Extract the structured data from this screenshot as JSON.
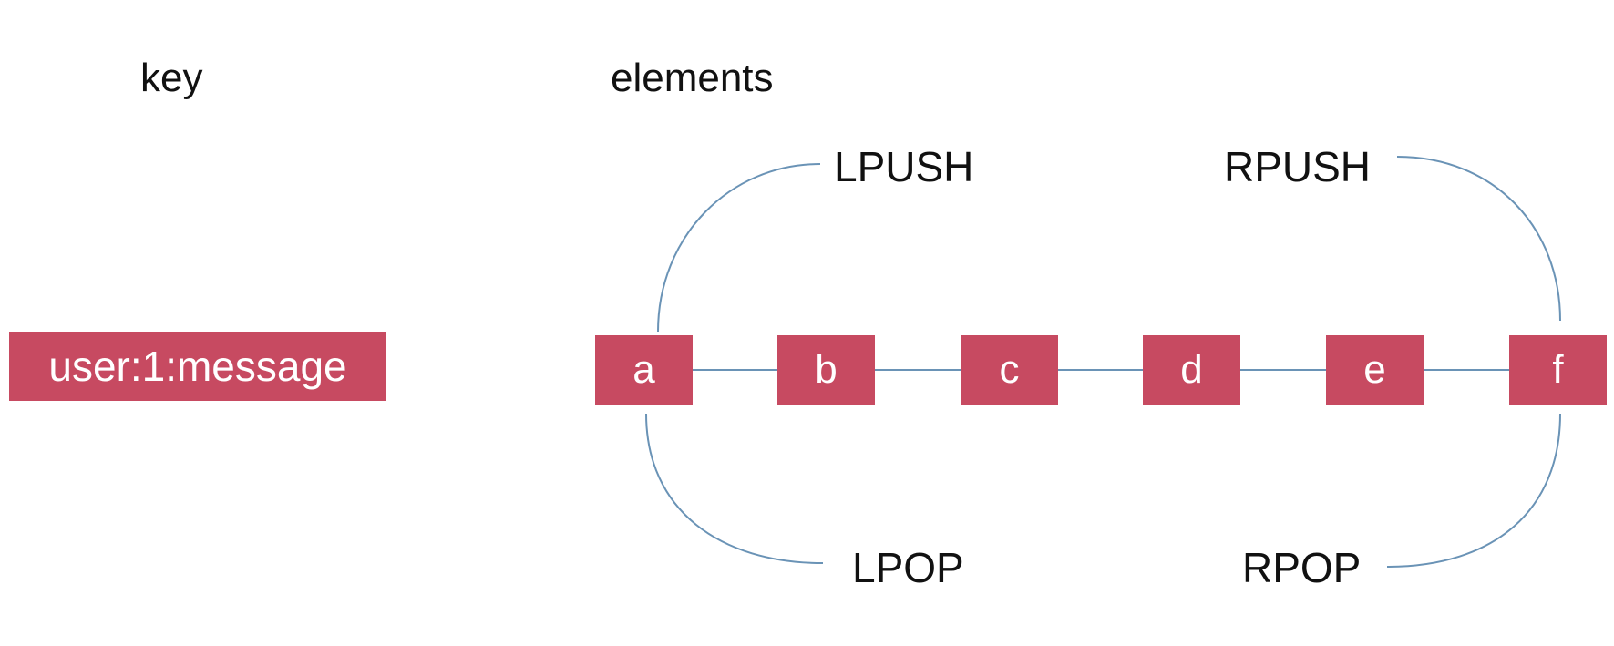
{
  "headings": {
    "key": "key",
    "elements": "elements"
  },
  "key_name": "user:1:message",
  "elements": [
    "a",
    "b",
    "c",
    "d",
    "e",
    "f"
  ],
  "operations": {
    "lpush": "LPUSH",
    "rpush": "RPUSH",
    "lpop": "LPOP",
    "rpop": "RPOP"
  },
  "colors": {
    "node_fill": "#c74a61",
    "node_text": "#ffffff",
    "connector": "#6a93b6",
    "text": "#111111",
    "background": "#ffffff"
  }
}
